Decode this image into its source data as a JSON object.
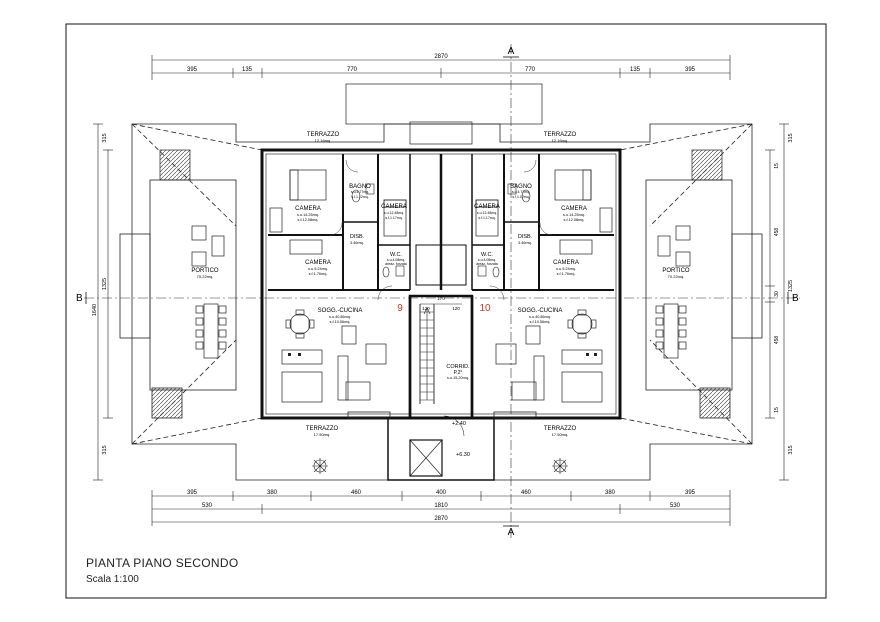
{
  "drawing": {
    "title": "PIANTA PIANO SECONDO",
    "scale": "Scala 1:100"
  },
  "section_markers": {
    "a": "A",
    "b": "B"
  },
  "dimensions": {
    "top_total": "2870",
    "top_segments": [
      "395",
      "135",
      "770",
      "770",
      "135",
      "395"
    ],
    "bottom_row1": [
      "395",
      "380",
      "460",
      "400",
      "460",
      "380",
      "395"
    ],
    "bottom_row2": [
      "530",
      "1810",
      "530"
    ],
    "bottom_total": "2870",
    "left_side": [
      "315",
      "1325",
      "1640",
      "315"
    ],
    "right_side": [
      "15",
      "458",
      "30",
      "458",
      "15"
    ],
    "right_outer": [
      "315",
      "1325",
      "315"
    ],
    "stair_widths": [
      "120",
      "170",
      "120"
    ]
  },
  "rooms": {
    "terrazzo_top_left": {
      "name": "TERRAZZO",
      "area": "12.16mq."
    },
    "terrazzo_top_right": {
      "name": "TERRAZZO",
      "area": "12.16mq."
    },
    "camera_tl": {
      "name": "CAMERA",
      "su": "s.u.14.25mq.",
      "sf": "s.f.12.08mq."
    },
    "bagno_l": {
      "name": "BAGNO",
      "su": "s.u.4.77mq.",
      "sf": "s.f.1.12mq."
    },
    "camera_cl": {
      "name": "CAMERA",
      "su": "s.u.12.48mq.",
      "sf": "s.f.1.17mq."
    },
    "camera_cr": {
      "name": "CAMERA",
      "su": "s.u.12.48mq.",
      "sf": "s.f.1.17mq."
    },
    "bagno_r": {
      "name": "BAGNO",
      "su": "s.u.4.77mq.",
      "sf": "s.f.1.12mq."
    },
    "camera_tr": {
      "name": "CAMERA",
      "su": "s.u.14.25mq.",
      "sf": "s.f.12.08mq."
    },
    "disb_l": {
      "name": "DISB.",
      "area": "3.46mq."
    },
    "disb_r": {
      "name": "DISB.",
      "area": "3.46mq."
    },
    "wc_l": {
      "name": "W.C.",
      "su": "s.u.4.08mq.",
      "note": "areaz. forzata"
    },
    "wc_r": {
      "name": "W.C.",
      "su": "s.u.4.08mq.",
      "note": "areaz. forzata"
    },
    "camera_ml": {
      "name": "CAMERA",
      "su": "s.u.9.24mq.",
      "sf": "s.f.1.76mq."
    },
    "camera_mr": {
      "name": "CAMERA",
      "su": "s.u.9.24mq.",
      "sf": "s.f.1.76mq."
    },
    "portico_l": {
      "name": "PORTICO",
      "area": "70.22mq."
    },
    "portico_r": {
      "name": "PORTICO",
      "area": "70.22mq."
    },
    "sogg_l": {
      "name": "SOGG.-CUCINA",
      "su": "s.u.40.86mq.",
      "sf": "s.f.10.56mq."
    },
    "sogg_r": {
      "name": "SOGG.-CUCINA",
      "su": "s.u.40.86mq.",
      "sf": "s.f.10.56mq."
    },
    "corrid": {
      "name": "CORRID.",
      "level": "P.2°",
      "area": "s.u.15.20mq."
    },
    "terrazzo_bot_left": {
      "name": "TERRAZZO",
      "area": "17.50mq."
    },
    "terrazzo_bot_right": {
      "name": "TERRAZZO",
      "area": "17.50mq."
    }
  },
  "unit_numbers": {
    "left": "9",
    "right": "10"
  },
  "levels": {
    "stair": "+2.40",
    "lift": "+6.30"
  },
  "colors": {
    "line": "#111111",
    "unit_number": "#c0392b",
    "paper": "#ffffff"
  }
}
